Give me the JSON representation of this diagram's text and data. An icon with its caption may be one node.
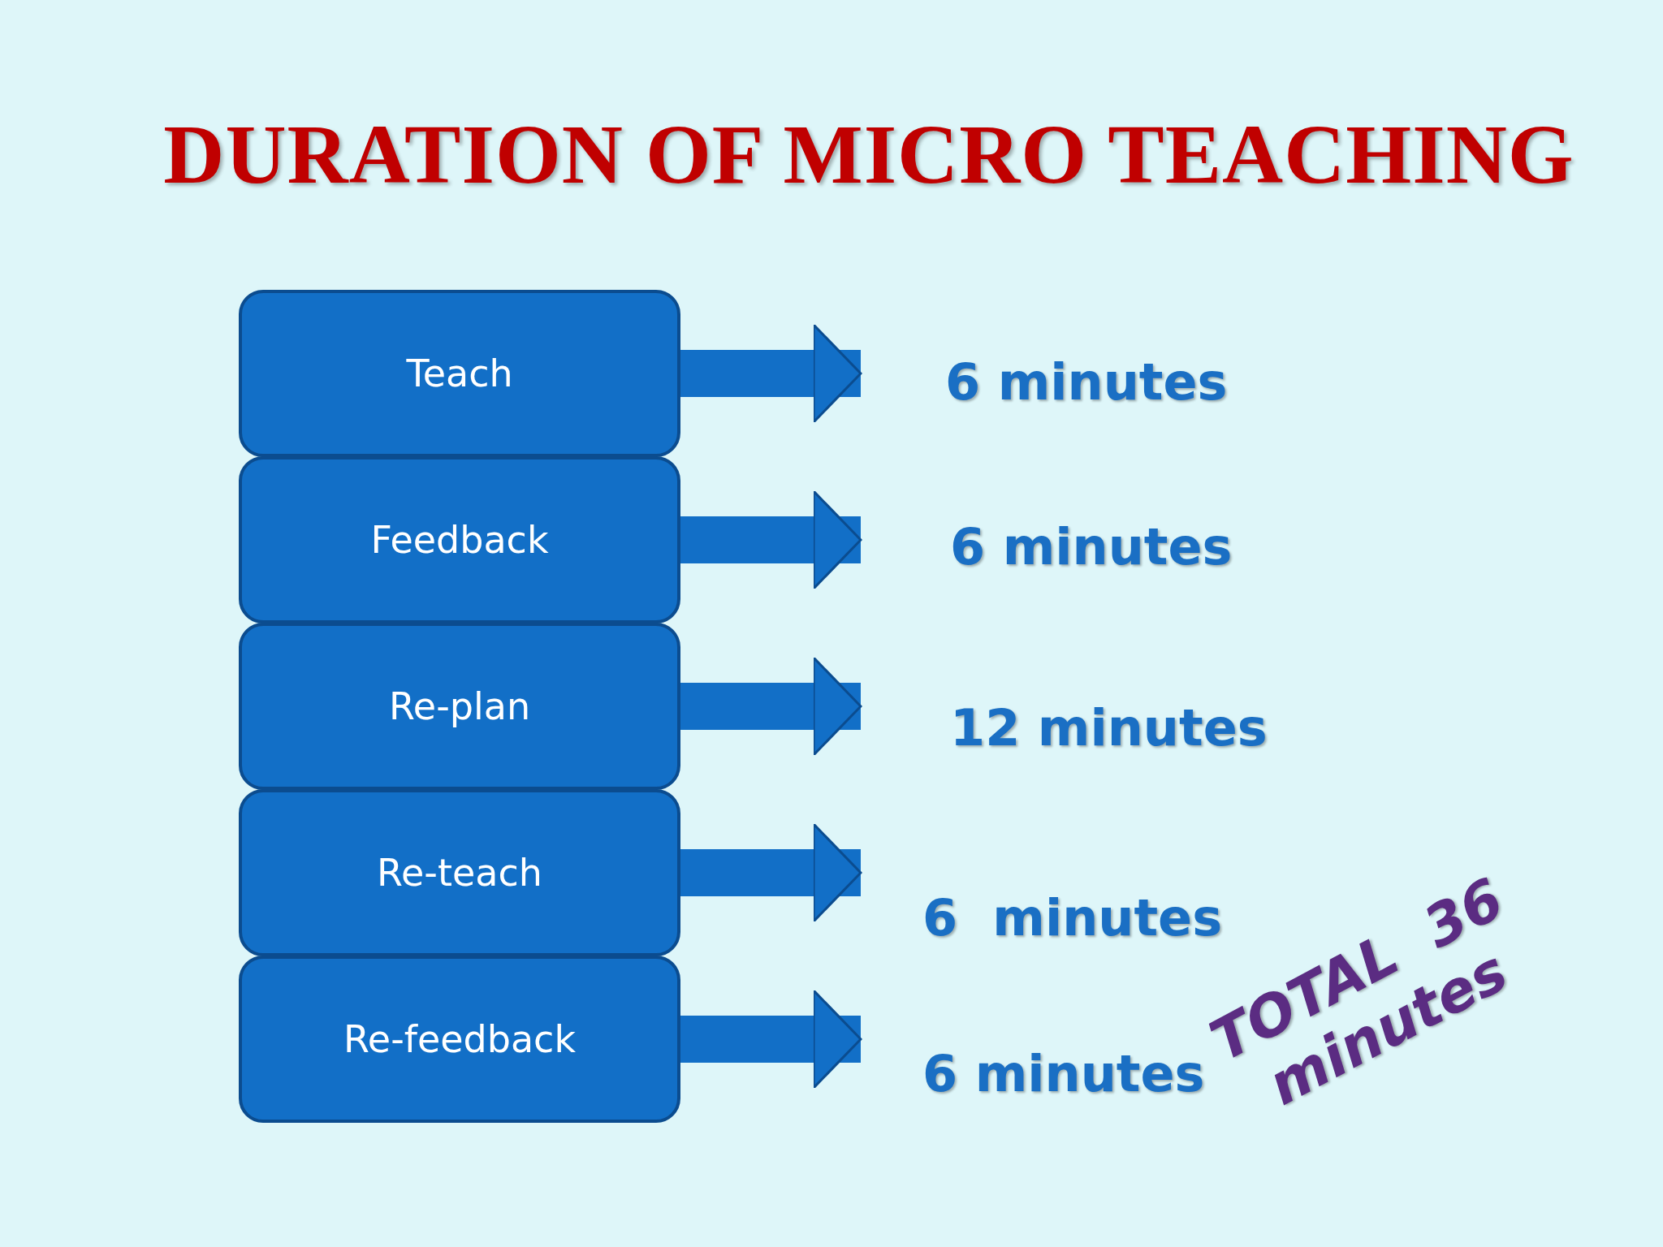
{
  "diagram": {
    "title": "DURATION OF MICRO TEACHING",
    "nodes": [
      {
        "text": [
          "Teach"
        ]
      },
      {
        "text": [
          "Feedback"
        ]
      },
      {
        "text": [
          "Re-plan"
        ]
      },
      {
        "text": [
          "Re-teach"
        ]
      },
      {
        "text": [
          "Re-feedback"
        ]
      },
      {
        "text": [
          "6 minutes"
        ]
      },
      {
        "text": [
          "6 minutes"
        ]
      },
      {
        "text": [
          "12 minutes"
        ]
      },
      {
        "text": [
          "6  minutes"
        ]
      },
      {
        "text": [
          "6 minutes"
        ]
      }
    ],
    "edges": [
      {
        "from": 0,
        "to": 5,
        "arrow": "to"
      },
      {
        "from": 1,
        "to": 6,
        "arrow": "to"
      },
      {
        "from": 2,
        "to": 7,
        "arrow": "to"
      },
      {
        "from": 3,
        "to": 8,
        "arrow": "to"
      },
      {
        "from": 4,
        "to": 9,
        "arrow": "to"
      }
    ],
    "labels": [
      "TOTAL  36 minutes"
    ]
  }
}
